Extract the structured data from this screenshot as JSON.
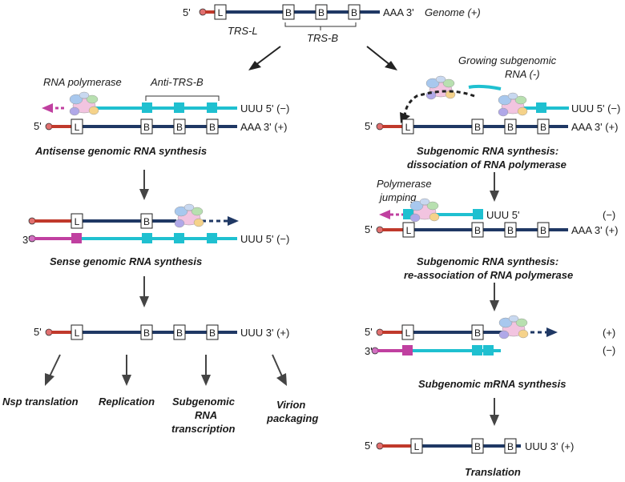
{
  "genome": {
    "five_prime": "5'",
    "leader": "L",
    "body": "B",
    "tail": "AAA 3'",
    "strand_label": "Genome (+)",
    "trs_l": "TRS-L",
    "trs_b": "TRS-B"
  },
  "left": {
    "rna_polymerase": "RNA polymerase",
    "anti_trs_b": "Anti-TRS-B",
    "uuu5": "UUU 5' (−)",
    "aaa3": "AAA 3' (+)",
    "five": "5'",
    "three": "3'",
    "step1_title": "Antisense genomic RNA synthesis",
    "step2_title": "Sense genomic RNA synthesis",
    "uuu3plus": "UUU 3' (+)",
    "outcomes": [
      "Nsp translation",
      "Replication",
      "Subgenomic RNA transcription",
      "Virion packaging"
    ],
    "outcome_sub": [
      "Subgenomic",
      "RNA",
      "transcription"
    ]
  },
  "right": {
    "growing": "Growing subgenomic",
    "growing2": "RNA (-)",
    "uuu5": "UUU 5' (−)",
    "aaa3": "AAA 3' (+)",
    "step1_title_a": "Subgenomic RNA synthesis:",
    "step1_title_b": "dissociation of RNA polymerase",
    "jump_a": "Polymerase",
    "jump_b": "jumping",
    "uuu5_plain": "UUU 5'",
    "minus": "(−)",
    "plus": "(+)",
    "step2_title_a": "Subgenomic RNA synthesis:",
    "step2_title_b": "re-association of RNA polymerase",
    "step3_title": "Subgenomic mRNA synthesis",
    "uuu3plus": "UUU 3' (+)",
    "step4_title": "Translation"
  },
  "colors": {
    "navy": "#1f3864",
    "red": "#c0392b",
    "cyan": "#1fc0d0",
    "magenta": "#c040a0"
  }
}
